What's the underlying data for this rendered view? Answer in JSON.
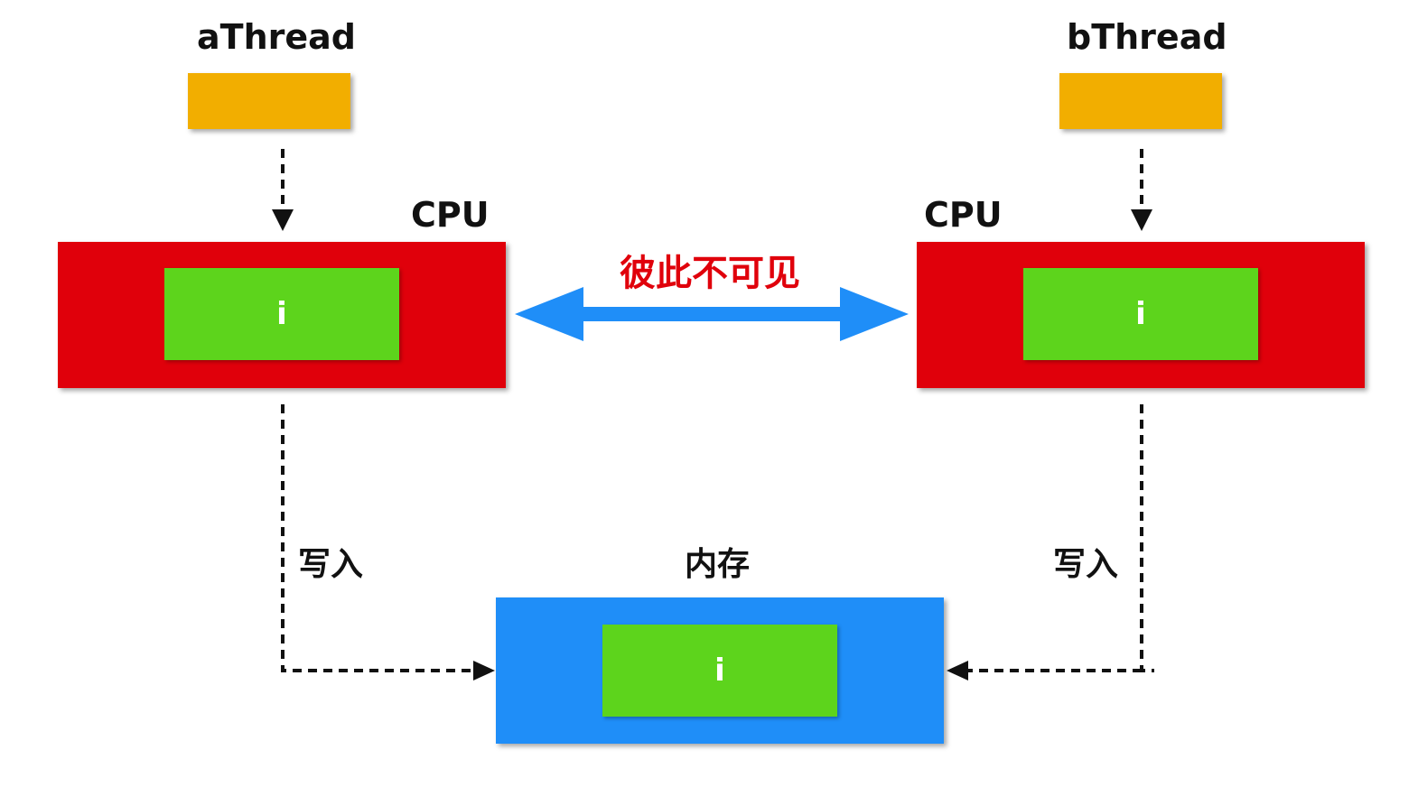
{
  "threads": {
    "a": {
      "label": "aThread"
    },
    "b": {
      "label": "bThread"
    }
  },
  "cpus": {
    "left": {
      "label": "CPU",
      "var": "i"
    },
    "right": {
      "label": "CPU",
      "var": "i"
    }
  },
  "visibility": {
    "label": "彼此不可见"
  },
  "memory": {
    "label": "内存",
    "var": "i"
  },
  "writes": {
    "left": "写入",
    "right": "写入"
  },
  "colors": {
    "thread": "#f2ae00",
    "cpu": "#e0000b",
    "memory": "#1f8ef8",
    "variable": "#5dd41c",
    "double_arrow": "#1f8ef8",
    "warning_text": "#e0000b"
  }
}
